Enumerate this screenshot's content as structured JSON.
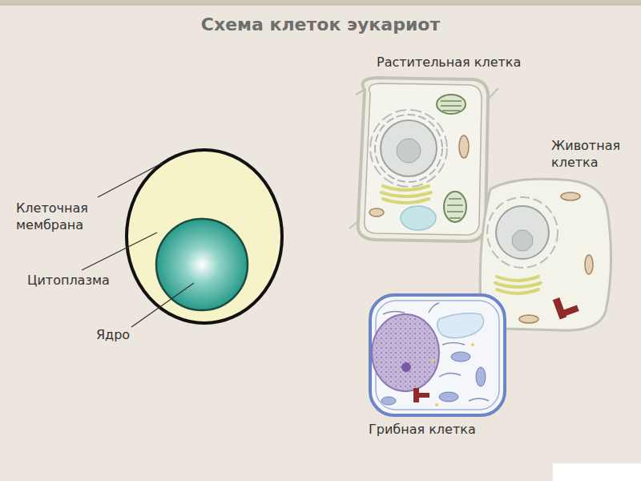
{
  "diagram": {
    "title": "Схема клеток эукариот",
    "labels": [
      "Клеточная мембрана",
      "Цитоплазма",
      "Ядро",
      "Растительная клетка",
      "Животная клетка",
      "Грибная клетка"
    ]
  }
}
